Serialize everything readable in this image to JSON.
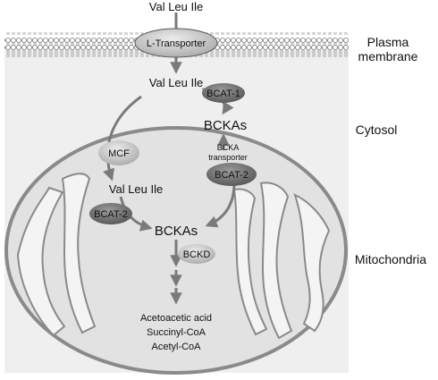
{
  "top_molecules": "Val Leu Ile",
  "transporter": "L-Transporter",
  "region_plasma_1": "Plasma",
  "region_plasma_2": "membrane",
  "region_cytosol": "Cytosol",
  "region_mitochondria": "Mitochondria",
  "cytosol_molecules": "Val Leu Ile",
  "bcat1": "BCAT-1",
  "cytosol_bckas": "BCKAs",
  "mcf": "MCF",
  "bcka_transporter_1": "BCKA",
  "bcka_transporter_2": "transporter",
  "bcat2_right": "BCAT-2",
  "mito_molecules": "Val Leu Ile",
  "bcat2_left": "BCAT-2",
  "mito_bckas": "BCKAs",
  "bckd": "BCKD",
  "products": [
    "Acetoacetic acid",
    "Succinyl-CoA",
    "Acetyl-CoA"
  ],
  "colors": {
    "cell_fill": "#efefef",
    "mito_fill": "#e2e2e2",
    "mito_stroke": "#8a8a8a",
    "arrow": "#7a7a7a",
    "enzyme_dark": "#6e6e6e",
    "enzyme_light": "#c4c4c4"
  }
}
